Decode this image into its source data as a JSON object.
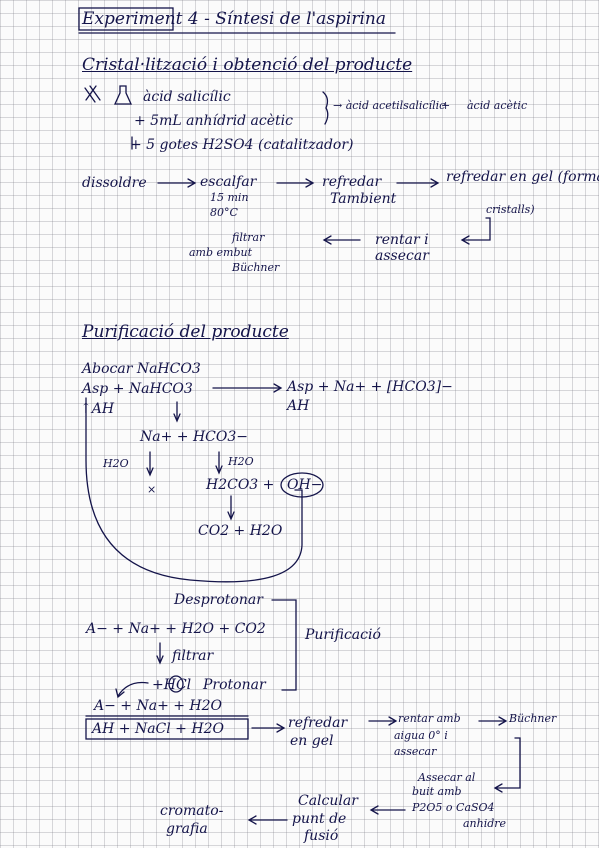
{
  "title": "Experiment 4 - Síntesi de l'aspirina",
  "sec1_heading": "Cristal·lització i obtenció del producte",
  "reagents": {
    "r1": "àcid salicílic",
    "r2": "+ 5mL anhídrid acètic",
    "r3": "+ 5 gotes H2SO4 (catalitzador)",
    "p1": "→ àcid acetilsalicílic",
    "plus": "+",
    "p2": "àcid acètic"
  },
  "flow1": {
    "dissoldre": "dissoldre",
    "escalfar": "escalfar",
    "escalfar_time": "15 min",
    "escalfar_temp": "80°C",
    "refredar": "refredar",
    "tambient": "Tambient",
    "refredar_gel": "refredar en gel (formació",
    "cristalls": "cristalls)",
    "rentar": "rentar i",
    "assecar": "assecar",
    "filtrar": "filtrar",
    "embut": "amb embut",
    "buchner": "Büchner"
  },
  "sec2_heading": "Purificació del producte",
  "purif": {
    "abocar": "Abocar NaHCO3",
    "eq_left": "Asp + NaHCO3",
    "eq_right": "Asp + Na+ + [HCO3]−",
    "ah1": "↑AH",
    "ah2": "AH",
    "ions": "Na+ + HCO3−",
    "h2o_a": "H2O",
    "h2o_b": "H2O",
    "x_mark": "×",
    "h2co3": "H2CO3 +",
    "oh": "OH−",
    "co2": "CO2 + H2O",
    "desprot": "Desprotonar",
    "eq2": "A− + Na+ + H2O + CO2",
    "purif_label": "Purificació",
    "filtrar2": "filtrar",
    "hcl": "+HCl",
    "protonar": "Protonar",
    "eq3": "A− + Na+ + H2O",
    "eq4": "AH + NaCl + H2O",
    "refredar_gel": "refredar",
    "en_gel": "en gel",
    "rentar": "rentar amb",
    "aigua": "aigua 0° i",
    "assecar": "assecar",
    "buchner": "Büchner",
    "assecar_al": "Assecar al",
    "buit": "buit amb",
    "p2o5": "P2O5 o CaSO4",
    "anhidre": "anhidre",
    "calcular": "Calcular",
    "punt": "punt de",
    "fusio": "fusió",
    "cromato": "cromato-",
    "grafia": "grafia"
  }
}
